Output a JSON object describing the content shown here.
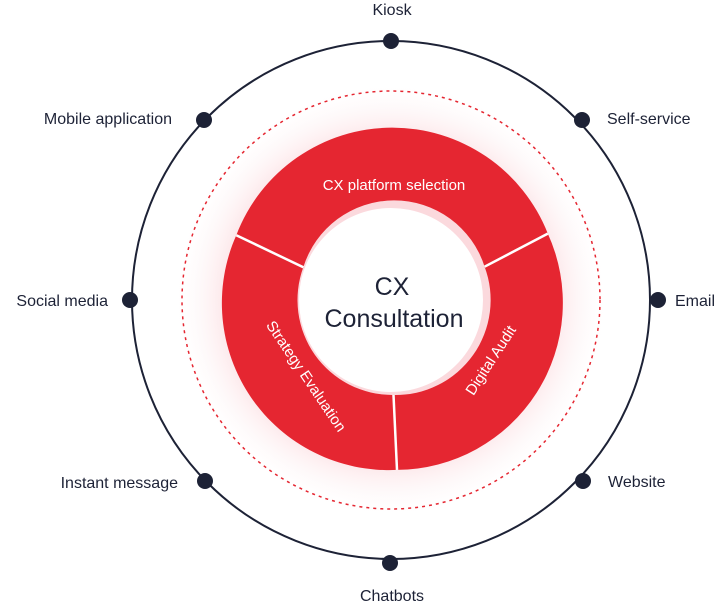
{
  "diagram": {
    "center": {
      "line1": "CX",
      "line2": "Consultation"
    },
    "segments": [
      {
        "label": "CX platform selection"
      },
      {
        "label": "Digital Audit"
      },
      {
        "label": "Strategy Evaluation"
      }
    ],
    "channels": [
      {
        "label": "Kiosk"
      },
      {
        "label": "Self-service"
      },
      {
        "label": "Email"
      },
      {
        "label": "Website"
      },
      {
        "label": "Chatbots"
      },
      {
        "label": "Instant message"
      },
      {
        "label": "Social media"
      },
      {
        "label": "Mobile application"
      }
    ]
  },
  "colors": {
    "accent_red": "#e52631",
    "dark_navy": "#1d2236",
    "halo_pink": "#fde8ea",
    "dotted_ring": "#e52631"
  }
}
